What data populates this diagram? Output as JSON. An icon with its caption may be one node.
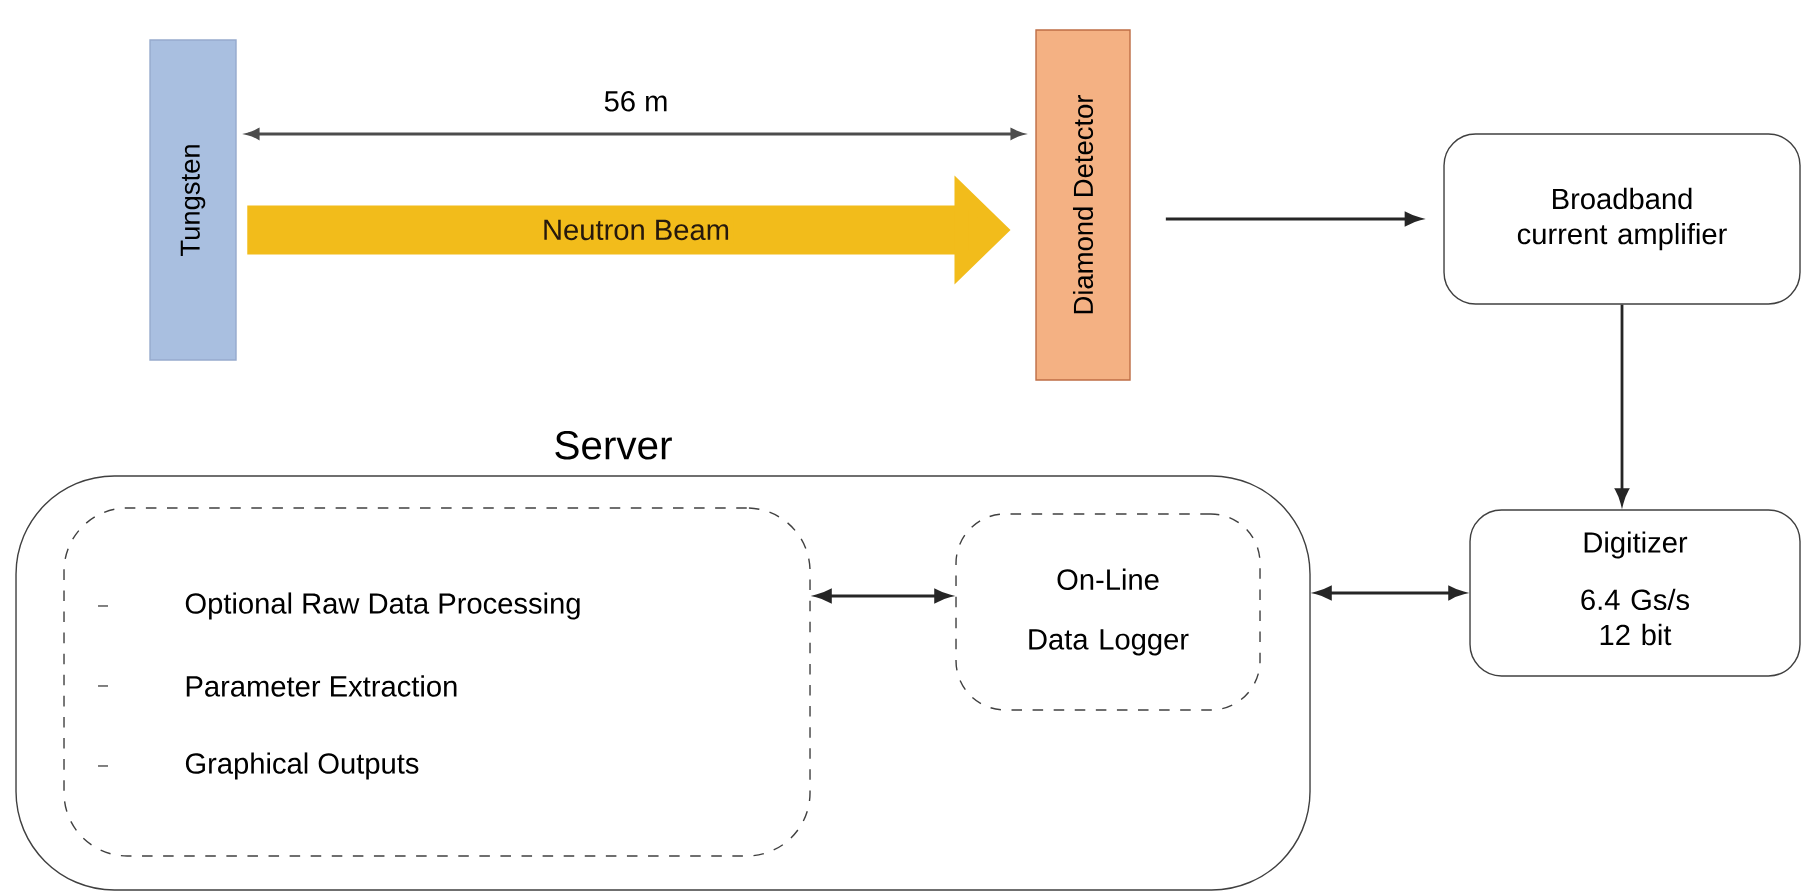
{
  "diagram": {
    "nodes": [
      {
        "text": [
          "Tungsten"
        ]
      },
      {
        "text": [
          "Diamond Detector"
        ]
      },
      {
        "text": [
          "Broadband current amplifier"
        ]
      },
      {
        "text": [
          "Digitizer",
          "6.4 Gs/s 12 bit"
        ]
      },
      {
        "text": [
          "Server"
        ]
      },
      {
        "text": [
          "Optional Raw Data Processing",
          "Parameter Extraction",
          "Graphical Outputs"
        ],
        "in": 4
      },
      {
        "text": [
          "On-Line Data Logger"
        ],
        "in": 4
      }
    ],
    "edges": [
      {
        "from": 0,
        "to": 1,
        "arrow": "to",
        "label": "Neutron Beam",
        "style": "thick",
        "color": "#f2bc1b"
      },
      {
        "from": 1,
        "to": 2,
        "arrow": "to"
      },
      {
        "from": 2,
        "to": 3,
        "arrow": "to"
      },
      {
        "from": 3,
        "to": 4,
        "arrow": "both"
      },
      {
        "from": 5,
        "to": 6,
        "arrow": "both"
      }
    ],
    "labels": [
      "56 m"
    ]
  }
}
